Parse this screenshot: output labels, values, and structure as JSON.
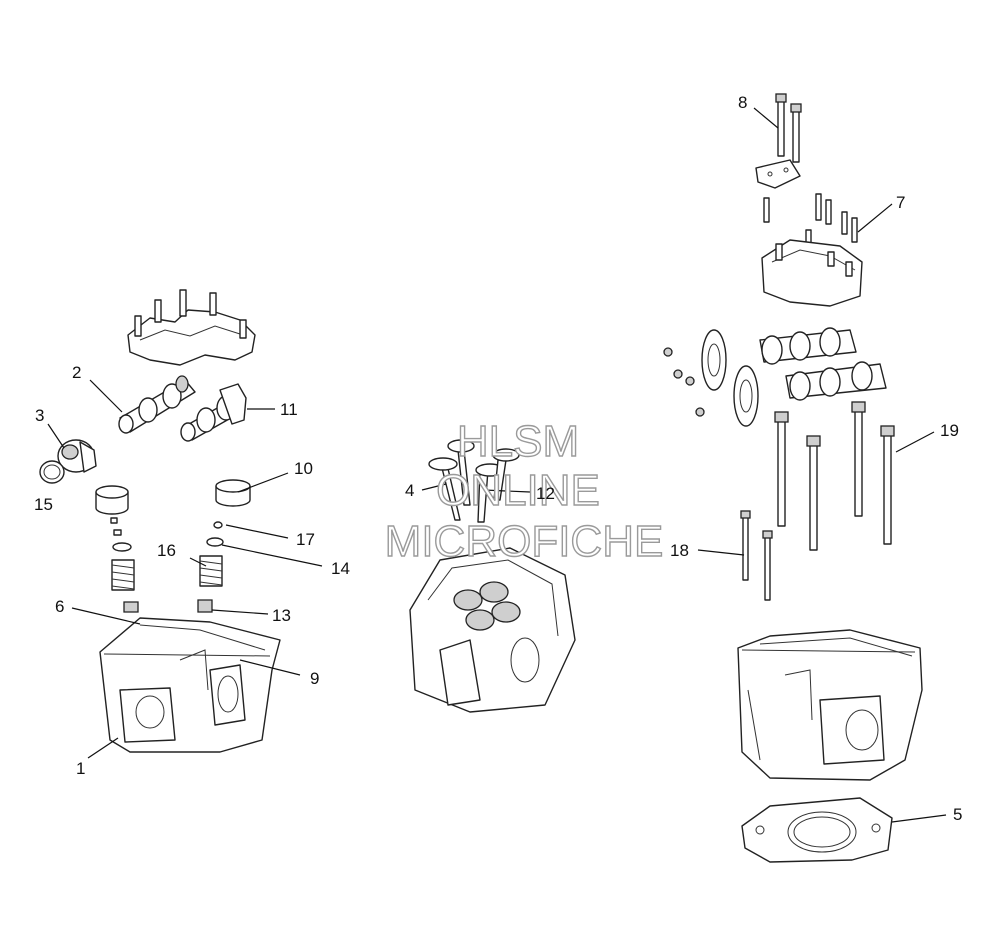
{
  "watermark": {
    "line1": "HLSM",
    "line2": "ONLINE",
    "line3": "MICROFICHE"
  },
  "callouts": [
    {
      "id": "1",
      "label": "1"
    },
    {
      "id": "2",
      "label": "2"
    },
    {
      "id": "3",
      "label": "3"
    },
    {
      "id": "4",
      "label": "4"
    },
    {
      "id": "5",
      "label": "5"
    },
    {
      "id": "6",
      "label": "6"
    },
    {
      "id": "7",
      "label": "7"
    },
    {
      "id": "8",
      "label": "8"
    },
    {
      "id": "9",
      "label": "9"
    },
    {
      "id": "10",
      "label": "10"
    },
    {
      "id": "11",
      "label": "11"
    },
    {
      "id": "12",
      "label": "12"
    },
    {
      "id": "13",
      "label": "13"
    },
    {
      "id": "14",
      "label": "14"
    },
    {
      "id": "15",
      "label": "15"
    },
    {
      "id": "16",
      "label": "16"
    },
    {
      "id": "17",
      "label": "17"
    },
    {
      "id": "18",
      "label": "18"
    },
    {
      "id": "19",
      "label": "19"
    }
  ]
}
